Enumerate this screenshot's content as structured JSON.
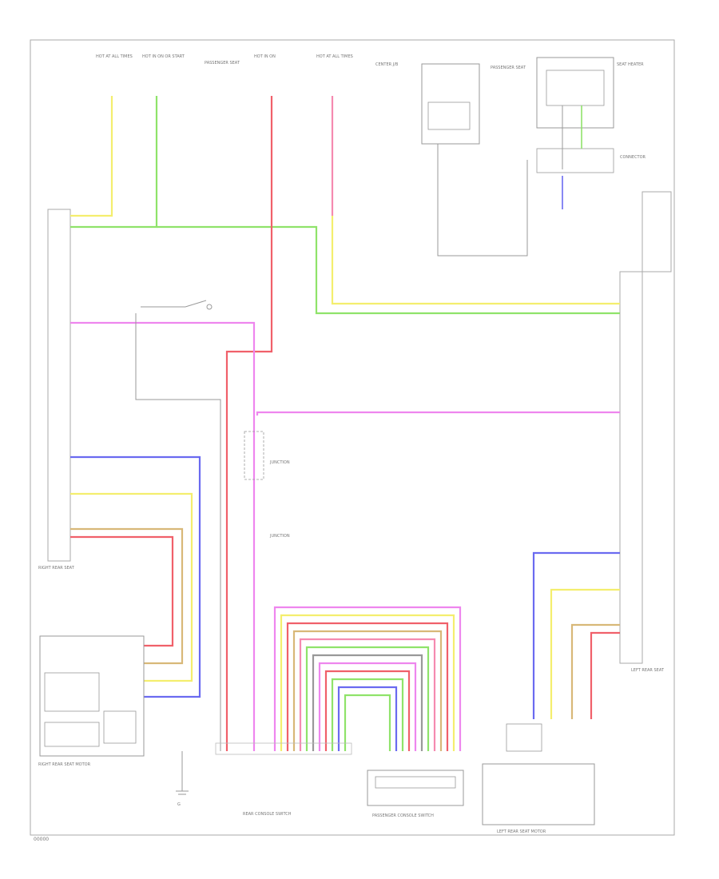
{
  "colors": {
    "yellow": "#f4ee6e",
    "green": "#8fe36a",
    "pink": "#f58ab0",
    "red": "#f0606a",
    "magenta": "#ee86ee",
    "blue": "#6a6af0",
    "tan": "#d8b878",
    "gray": "#999999",
    "frame": "#aaaaaa"
  },
  "labels": {
    "top_fuse_1": "HOT AT ALL TIMES",
    "top_fuse_2": "HOT IN ON OR START",
    "top_fuse_3": "PASSENGER SEAT",
    "top_fuse_4": "HOT IN ON",
    "top_fuse_5": "HOT AT ALL TIMES",
    "top_fuse_6": "CENTER J/B",
    "top_fuse_7": "PASSENGER SEAT",
    "top_fuse_8": "SEAT HEATER",
    "top_connector": "CONNECTOR",
    "right_rear_seat": "RIGHT REAR SEAT",
    "left_rear_seat": "LEFT REAR SEAT",
    "rear_console_switch": "REAR CONSOLE SWITCH",
    "passenger_console_switch": "PASSENGER CONSOLE SWITCH",
    "right_motor_label": "RIGHT REAR SEAT MOTOR",
    "left_motor_label": "LEFT REAR SEAT MOTOR",
    "splice_1": "JUNCTION",
    "splice_2": "JUNCTION",
    "ground_label": "G",
    "footer_code": "00000"
  }
}
